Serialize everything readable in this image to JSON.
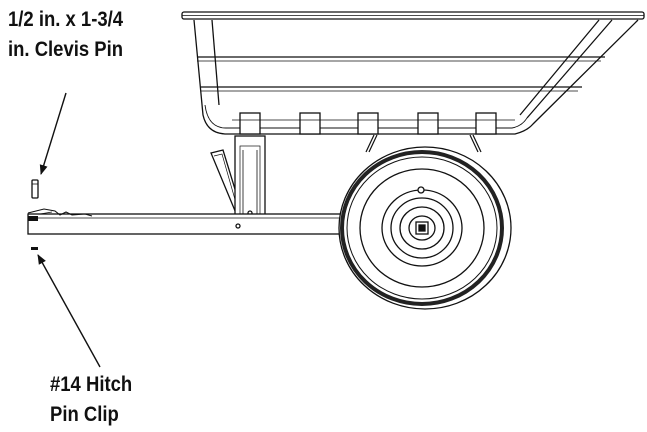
{
  "callouts": {
    "clevis_pin": {
      "line1": "1/2 in. x 1-3/4",
      "line2": "in. Clevis Pin"
    },
    "hitch_pin_clip": {
      "line1": "#14 Hitch",
      "line2": "Pin Clip"
    }
  },
  "colors": {
    "ink": "#111111",
    "background": "#ffffff"
  }
}
